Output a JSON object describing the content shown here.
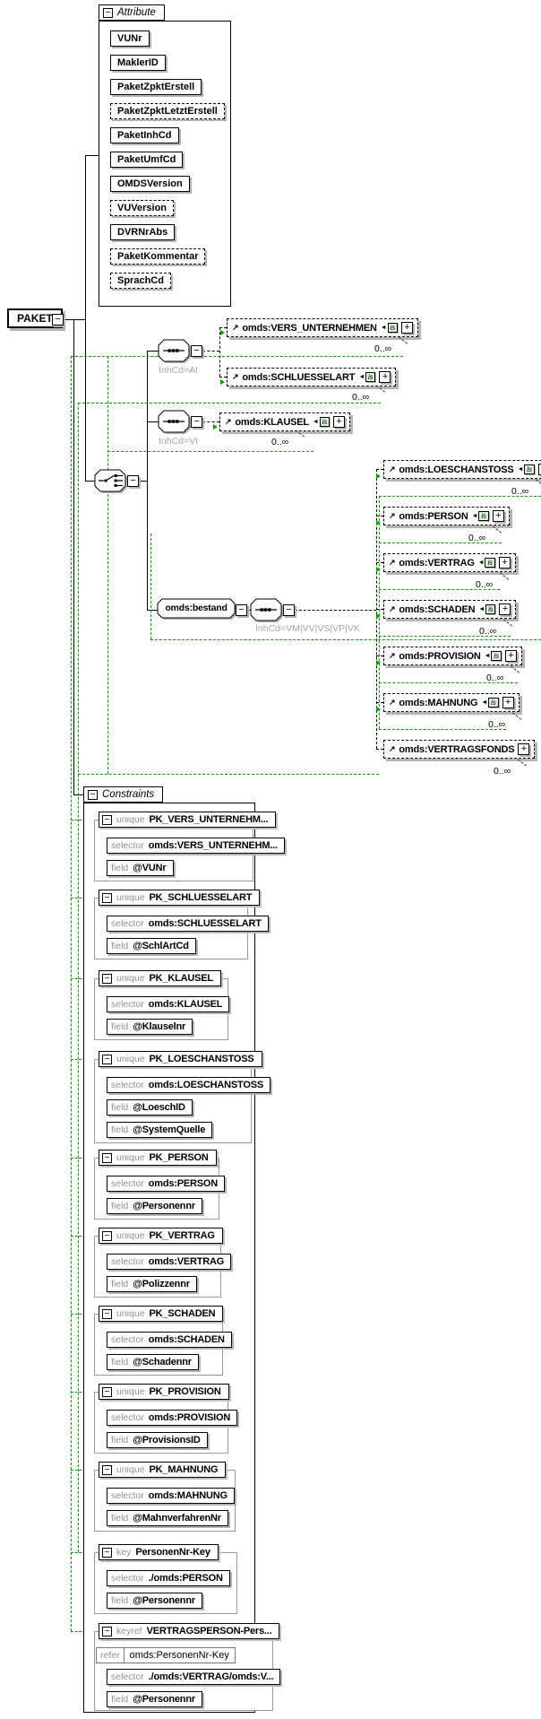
{
  "ui": {
    "minus": "−",
    "plus": "+",
    "identity_badge": "is",
    "badge_arrow": "◄",
    "ref_arrow": "↗"
  },
  "root_element": {
    "name": "PAKET"
  },
  "attributes_panel": {
    "title": "Attribute",
    "items": [
      {
        "name": "VUNr"
      },
      {
        "name": "MaklerID"
      },
      {
        "name": "PaketZpktErstell"
      },
      {
        "name": "PaketZpktLetztErstell"
      },
      {
        "name": "PaketInhCd"
      },
      {
        "name": "PaketUmfCd"
      },
      {
        "name": "OMDSVersion"
      },
      {
        "name": "VUVersion"
      },
      {
        "name": "DVRNrAbs"
      },
      {
        "name": "PaketKommentar"
      },
      {
        "name": "SprachCd"
      }
    ]
  },
  "content_model": {
    "sequences": [
      {
        "label": "InhCd=AI"
      },
      {
        "label": "InhCd=VI"
      },
      {
        "label": "InhCd=VM|VV|VS|VP|VK"
      }
    ],
    "bestand": {
      "name": "omds:bestand"
    },
    "elements": [
      {
        "name": "omds:VERS_UNTERNEHMEN",
        "occurs": "0..∞"
      },
      {
        "name": "omds:SCHLUESSELART",
        "occurs": "0..∞"
      },
      {
        "name": "omds:KLAUSEL",
        "occurs": "0..∞"
      },
      {
        "name": "omds:LOESCHANSTOSS",
        "occurs": "0..∞"
      },
      {
        "name": "omds:PERSON",
        "occurs": "0..∞"
      },
      {
        "name": "omds:VERTRAG",
        "occurs": "0..∞"
      },
      {
        "name": "omds:SCHADEN",
        "occurs": "0..∞"
      },
      {
        "name": "omds:PROVISION",
        "occurs": "0..∞"
      },
      {
        "name": "omds:MAHNUNG",
        "occurs": "0..∞"
      },
      {
        "name": "omds:VERTRAGSFONDS",
        "occurs": "0..∞"
      }
    ]
  },
  "constraints_panel": {
    "title": "Constraints",
    "keywords": {
      "selector": "selector",
      "field": "field",
      "refer": "refer"
    },
    "groups": [
      {
        "kind": "unique",
        "name": "PK_VERS_UNTERNEHM...",
        "selector": "omds:VERS_UNTERNEHM...",
        "fields": [
          "@VUNr"
        ]
      },
      {
        "kind": "unique",
        "name": "PK_SCHLUESSELART",
        "selector": "omds:SCHLUESSELART",
        "fields": [
          "@SchlArtCd"
        ]
      },
      {
        "kind": "unique",
        "name": "PK_KLAUSEL",
        "selector": "omds:KLAUSEL",
        "fields": [
          "@Klauselnr"
        ]
      },
      {
        "kind": "unique",
        "name": "PK_LOESCHANSTOSS",
        "selector": "omds:LOESCHANSTOSS",
        "fields": [
          "@LoeschID",
          "@SystemQuelle"
        ]
      },
      {
        "kind": "unique",
        "name": "PK_PERSON",
        "selector": "omds:PERSON",
        "fields": [
          "@Personennr"
        ]
      },
      {
        "kind": "unique",
        "name": "PK_VERTRAG",
        "selector": "omds:VERTRAG",
        "fields": [
          "@Polizzennr"
        ]
      },
      {
        "kind": "unique",
        "name": "PK_SCHADEN",
        "selector": "omds:SCHADEN",
        "fields": [
          "@Schadennr"
        ]
      },
      {
        "kind": "unique",
        "name": "PK_PROVISION",
        "selector": "omds:PROVISION",
        "fields": [
          "@ProvisionsID"
        ]
      },
      {
        "kind": "unique",
        "name": "PK_MAHNUNG",
        "selector": "omds:MAHNUNG",
        "fields": [
          "@MahnverfahrenNr"
        ]
      },
      {
        "kind": "key",
        "name": "PersonenNr-Key",
        "selector": "./omds:PERSON",
        "fields": [
          "@Personennr"
        ]
      },
      {
        "kind": "keyref",
        "name": "VERTRAGSPERSON-Pers...",
        "refer": "omds:PersonenNr-Key",
        "selector": "./omds:VERTRAG/omds:V...",
        "fields": [
          "@Personennr"
        ]
      }
    ]
  }
}
